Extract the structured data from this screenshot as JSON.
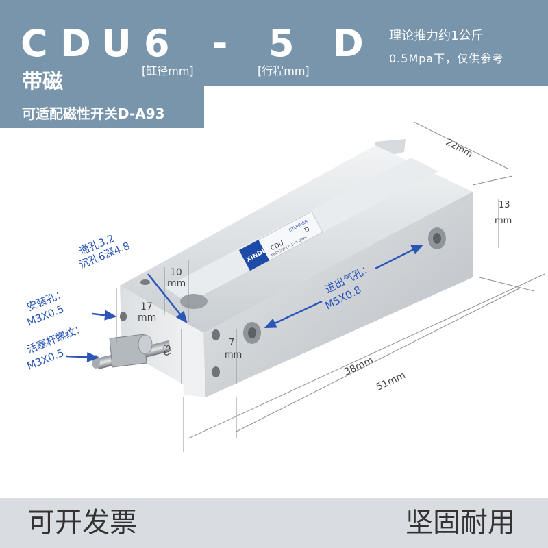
{
  "header": {
    "model_chars": [
      "C",
      "D",
      "U",
      "6",
      "-",
      "5",
      "D"
    ],
    "bore_label": "[缸径mm]",
    "stroke_label": "[行程mm]",
    "magnetic": "带磁",
    "switch_compat": "可适配磁性开关D-A93",
    "thrust_line1": "理论推力约1公斤",
    "thrust_line2": "0.5Mpa下，仅供参考"
  },
  "drawing": {
    "dim_22": "22mm",
    "dim_13_value": "13",
    "dim_13_unit": "mm",
    "dim_10_value": "10",
    "dim_10_unit": "mm",
    "dim_17_value": "17",
    "dim_17_unit": "mm",
    "dim_7_value": "7",
    "dim_7_unit": "mm",
    "dim_phi3": "φ3",
    "dim_38": "38mm",
    "dim_51": "51mm",
    "through_hole_line1": "通孔3.2",
    "through_hole_line2": "沉孔6深4.8",
    "mount_hole_label": "安装孔：",
    "mount_hole_value": "M3X0.5",
    "rod_thread_label": "活塞杆螺纹：",
    "rod_thread_value": "M3X0.5",
    "air_port_label": "进出气孔：",
    "air_port_value": "M5X0.8",
    "nameplate_brand": "XINDE",
    "nameplate_type": "CYLINDER",
    "nameplate_model": "CDU",
    "nameplate_suffix": "D",
    "nameplate_pressure": "PRESSURE 0.1~1.0MPa",
    "accent_color": "#2a56b8"
  },
  "footer": {
    "invoice": "可开发票",
    "durable": "坚固耐用"
  }
}
